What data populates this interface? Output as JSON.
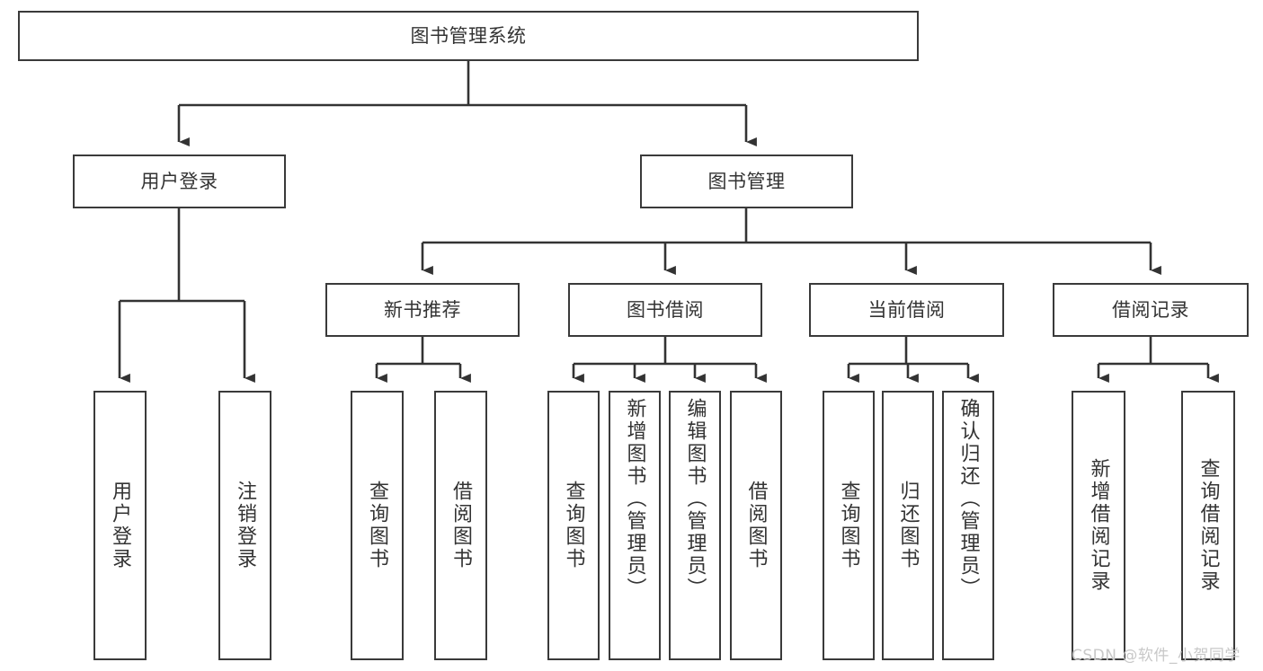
{
  "diagram": {
    "title": "图书管理系统",
    "type": "tree-hierarchy",
    "root": {
      "label": "图书管理系统"
    },
    "level1": [
      {
        "id": "user-login",
        "label": "用户登录"
      },
      {
        "id": "book-management",
        "label": "图书管理"
      }
    ],
    "level2": [
      {
        "id": "new-book-recommend",
        "label": "新书推荐",
        "parent": "book-management"
      },
      {
        "id": "book-borrow",
        "label": "图书借阅",
        "parent": "book-management"
      },
      {
        "id": "current-borrow",
        "label": "当前借阅",
        "parent": "book-management"
      },
      {
        "id": "borrow-record",
        "label": "借阅记录",
        "parent": "book-management"
      }
    ],
    "leaves": [
      {
        "id": "leaf-user-login",
        "label": "用户登录",
        "parent": "user-login"
      },
      {
        "id": "leaf-logout-login",
        "label": "注销登录",
        "parent": "user-login"
      },
      {
        "id": "leaf-query-book-1",
        "label": "查询图书",
        "parent": "new-book-recommend"
      },
      {
        "id": "leaf-borrow-book-1",
        "label": "借阅图书",
        "parent": "new-book-recommend"
      },
      {
        "id": "leaf-query-book-2",
        "label": "查询图书",
        "parent": "book-borrow"
      },
      {
        "id": "leaf-add-book",
        "label": "新增图书（管理员）",
        "parent": "book-borrow"
      },
      {
        "id": "leaf-edit-book",
        "label": "编辑图书（管理员）",
        "parent": "book-borrow"
      },
      {
        "id": "leaf-borrow-book-2",
        "label": "借阅图书",
        "parent": "book-borrow"
      },
      {
        "id": "leaf-query-book-3",
        "label": "查询图书",
        "parent": "current-borrow"
      },
      {
        "id": "leaf-return-book",
        "label": "归还图书",
        "parent": "current-borrow"
      },
      {
        "id": "leaf-confirm-return",
        "label": "确认归还（管理员）",
        "parent": "current-borrow"
      },
      {
        "id": "leaf-add-borrow-record",
        "label": "新增借阅记录",
        "parent": "borrow-record"
      },
      {
        "id": "leaf-query-borrow-record",
        "label": "查询借阅记录",
        "parent": "borrow-record"
      }
    ],
    "colors": {
      "node_border": "#3a3a3a",
      "node_fill": "#ffffff",
      "edge": "#333333",
      "text": "#333333",
      "watermark": "#c8c8c8",
      "background": "#ffffff"
    }
  },
  "watermark": {
    "text": "CSDN @软件_小贺同学"
  }
}
